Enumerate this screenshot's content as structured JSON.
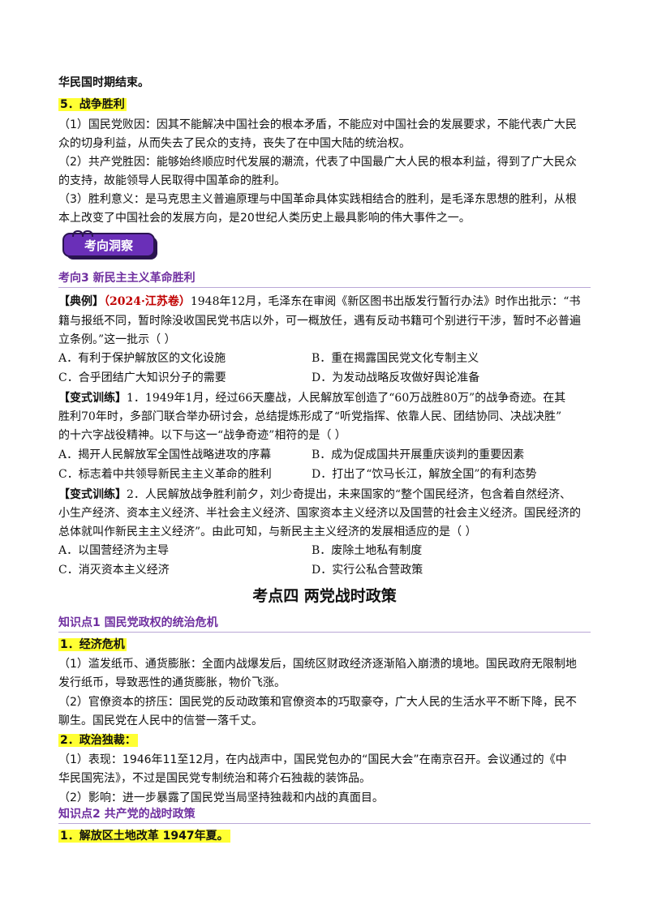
{
  "lines": {
    "l1": "华民国时期结束。",
    "h5": "5．战争胜利",
    "p1a": "（1）国民党败因：因其不能解决中国社会的根本矛盾，不能应对中国社会的发展要求，不能代表广大民",
    "p1b": "众的切身利益，从而失去了民众的支持，丧失了在中国大陆的统治权。",
    "p2a": "（2）共产党胜因：能够始终顺应时代发展的潮流，代表了中国最广大人民的根本利益，得到了广大民众",
    "p2b": "的支持，故能领导人民取得中国革命的胜利。",
    "p3a": "（3）胜利意义：是马克思主义普遍原理与中国革命具体实践相结合的胜利，是毛泽东思想的胜利，从根",
    "p3b": "本上改变了中国社会的发展方向，是20世纪人类历史上最具影响的伟大事件之一。"
  },
  "badge": {
    "text": "考向洞察"
  },
  "section3": {
    "title": "考向3    新民主主义革命胜利"
  },
  "example": {
    "tag": "【典例】",
    "source": "（2024·江苏卷）",
    "text1": "1948年12月，毛泽东在审阅《新区图书出版发行暂行办法》时作出批示：“书",
    "text2": "籍与报纸不同，暂时除没收国民党书店以外，可一概放任，遇有反动书籍可个别进行干涉，暂时不必普遍",
    "text3": "立条例。”这一批示（          ）",
    "optA": "A．有利于保护解放区的文化设施",
    "optB": "B．重在揭露国民党文化专制主义",
    "optC": "C．合乎团结广大知识分子的需要",
    "optD": "D．为发动战略反攻做好舆论准备"
  },
  "variant1": {
    "tag": "【变式训练】",
    "text1": "1．1949年1月，经过66天鏖战，人民解放军创造了“60万战胜80万”的战争奇迹。在其",
    "text2": "胜利70年时，多部门联合举办研讨会，总结提炼形成了“听党指挥、依靠人民、团结协同、决战决胜”",
    "text3": "的十六字战役精神。以下与这一“战争奇迹”相符的是（      ）",
    "optA": "A．揭开人民解放军全国性战略进攻的序幕",
    "optB": "B．成为促成国共开展重庆谈判的重要因素",
    "optC": "C．标志着中共领导新民主主义革命的胜利",
    "optD": "D．打出了“饮马长江，解放全国”的有利态势"
  },
  "variant2": {
    "tag": "【变式训练】",
    "text1": "2．人民解放战争胜利前夕，刘少奇提出，未来国家的“整个国民经济，包含着自然经济、",
    "text2": "小生产经济、资本主义经济、半社会主义经济、国家资本主义经济以及国营的社会主义经济。国民经济的",
    "text3": "总体就叫作新民主主义经济”。由此可知，与新民主主义经济的发展相适应的是（      ）",
    "optA": "A．以国营经济为主导",
    "optB": "B．废除土地私有制度",
    "optC": "C．消灭资本主义经济",
    "optD": "D．实行公私合营政策"
  },
  "exam_point": {
    "title": "考点四        两党战时政策"
  },
  "k1": {
    "title": "知识点1  国民党政权的统治危机",
    "h1": "1．经济危机",
    "p1a": "（1）滥发纸币、通货膨胀：全面内战爆发后，国统区财政经济逐渐陷入崩溃的境地。国民政府无限制地",
    "p1b": "发行纸币，导致恶性的通货膨胀，物价飞涨。",
    "p2a": "（2）官僚资本的挤压：国民党的反动政策和官僚资本的巧取豪夺，广大人民的生活水平不断下降，民不",
    "p2b": "聊生。国民党在人民中的信誉一落千丈。",
    "h2": "2．政治独裁：",
    "p3a": "（1）表现：1946年11至12月，在内战声中，国民党包办的“国民大会”在南京召开。会议通过的《中",
    "p3b": "华民国宪法》，不过是国民党专制统治和蒋介石独裁的装饰品。",
    "p4": "（2）影响：进一步暴露了国民党当局坚持独裁和内战的真面目。"
  },
  "k2": {
    "title": "知识点2  共产党的战时政策",
    "h1": "1．解放区土地改革     1947年夏。"
  },
  "colors": {
    "purple": "#7030a0",
    "highlight": "#ffff33",
    "red": "#c00000",
    "badge_bg": "#6a2fb8"
  }
}
